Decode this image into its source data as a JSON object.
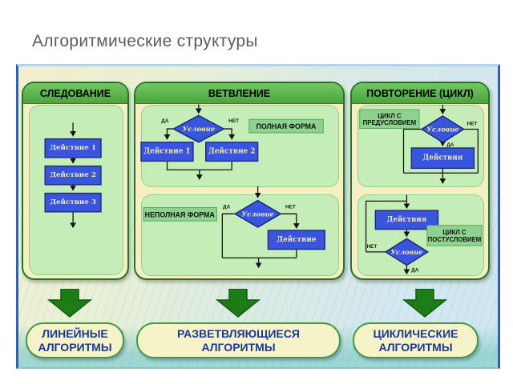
{
  "title": "Алгоритмические структуры",
  "sequence": {
    "header": "СЛЕДОВАНИЕ",
    "steps": [
      "Действие 1",
      "Действие 2",
      "Действие 3"
    ],
    "result": [
      "ЛИНЕЙНЫЕ",
      "АЛГОРИТМЫ"
    ]
  },
  "branching": {
    "header": "ВЕТВЛЕНИЕ",
    "full_form": {
      "caption": "ПОЛНАЯ ФОРМА",
      "condition": "Условие",
      "yes": "ДА",
      "no": "НЕТ",
      "action1": "Действие 1",
      "action2": "Действие 2"
    },
    "partial_form": {
      "caption": "НЕПОЛНАЯ ФОРМА",
      "condition": "Условие",
      "yes": "ДА",
      "no": "НЕТ",
      "action": "Действие"
    },
    "result": [
      "РАЗВЕТВЛЯЮЩИЕСЯ",
      "АЛГОРИТМЫ"
    ]
  },
  "loop": {
    "header": "ПОВТОРЕНИЕ (ЦИКЛ)",
    "pre_condition": {
      "caption": [
        "ЦИКЛ С",
        "ПРЕДУСЛОВИЕМ"
      ],
      "condition": "Условие",
      "yes": "ДА",
      "no": "НЕТ",
      "action": "Действия"
    },
    "post_condition": {
      "caption": [
        "ЦИКЛ С",
        "ПОСТУСЛОВИЕМ"
      ],
      "condition": "Условие",
      "yes": "ДА",
      "no": "НЕТ",
      "action": "Действия"
    },
    "result": [
      "ЦИКЛИЧЕСКИЕ",
      "АЛГОРИТМЫ"
    ]
  },
  "colors": {
    "accent_green": "#2e7d27",
    "panel_cream": "#f4f0c4",
    "inner_green": "#c5edb8",
    "flow_blue": "#3a55dd",
    "result_text_blue": "#1b3a8e"
  }
}
